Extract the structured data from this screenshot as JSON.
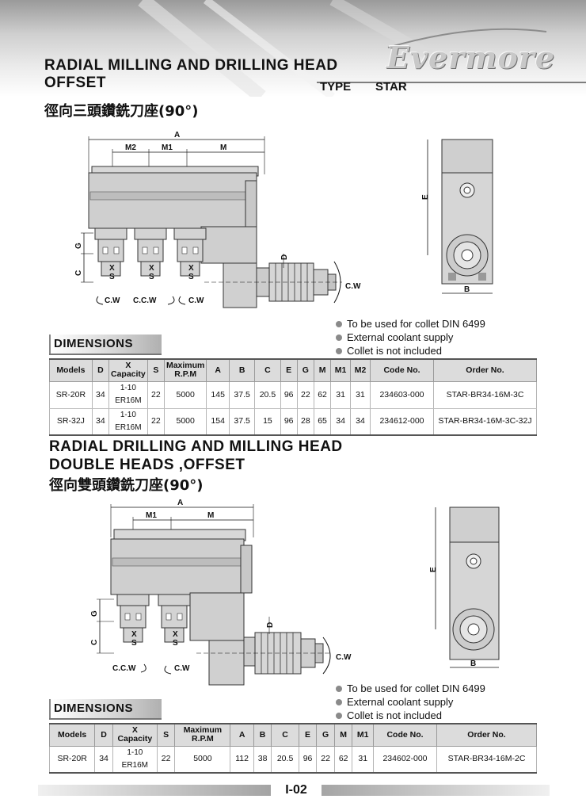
{
  "brand": {
    "logo": "Evermore",
    "type_label": "TYPE",
    "type_value": "STAR"
  },
  "section1": {
    "title_line1": "RADIAL MILLING AND DRILLING HEAD",
    "title_line2": "OFFSET",
    "title_cjk": "徑向三頭鑽銑刀座(90°)",
    "labels": {
      "A": "A",
      "M2": "M2",
      "M1": "M1",
      "M": "M",
      "G": "G",
      "C": "C",
      "D": "D",
      "E": "E",
      "B": "B",
      "X": "X",
      "S": "S",
      "cw": "C.W",
      "ccw": "C.C.W"
    },
    "notes": [
      "To be used for collet DIN 6499",
      "External coolant supply",
      "Collet is not included"
    ],
    "dimensions_label": "DIMENSIONS",
    "table": {
      "headers": [
        "Models",
        "D",
        "X Capacity",
        "S",
        "Maximum R.P.M",
        "A",
        "B",
        "C",
        "E",
        "G",
        "M",
        "M1",
        "M2",
        "Code No.",
        "Order No."
      ],
      "rows": [
        {
          "model": "SR-20R",
          "D": "34",
          "cap1": "1-10",
          "cap2": "ER16M",
          "S": "22",
          "rpm": "5000",
          "A": "145",
          "B": "37.5",
          "C": "20.5",
          "E": "96",
          "G": "22",
          "M": "62",
          "M1": "31",
          "M2": "31",
          "code": "234603-000",
          "order": "STAR-BR34-16M-3C"
        },
        {
          "model": "SR-32J",
          "D": "34",
          "cap1": "1-10",
          "cap2": "ER16M",
          "S": "22",
          "rpm": "5000",
          "A": "154",
          "B": "37.5",
          "C": "15",
          "E": "96",
          "G": "28",
          "M": "65",
          "M1": "34",
          "M2": "34",
          "code": "234612-000",
          "order": "STAR-BR34-16M-3C-32J"
        }
      ]
    }
  },
  "section2": {
    "title_line1": "RADIAL DRILLING AND MILLING HEAD",
    "title_line2": "DOUBLE HEADS ,OFFSET",
    "title_cjk": "徑向雙頭鑽銑刀座(90°)",
    "labels": {
      "A": "A",
      "M1": "M1",
      "M": "M",
      "G": "G",
      "C": "C",
      "D": "D",
      "E": "E",
      "B": "B",
      "X": "X",
      "S": "S",
      "cw": "C.W",
      "ccw": "C.C.W"
    },
    "notes": [
      "To be used for collet DIN 6499",
      "External coolant supply",
      "Collet is not included"
    ],
    "dimensions_label": "DIMENSIONS",
    "table": {
      "headers": [
        "Models",
        "D",
        "X Capacity",
        "S",
        "Maximum R.P.M",
        "A",
        "B",
        "C",
        "E",
        "G",
        "M",
        "M1",
        "Code No.",
        "Order No."
      ],
      "rows": [
        {
          "model": "SR-20R",
          "D": "34",
          "cap1": "1-10",
          "cap2": "ER16M",
          "S": "22",
          "rpm": "5000",
          "A": "112",
          "B": "38",
          "C": "20.5",
          "E": "96",
          "G": "22",
          "M": "62",
          "M1": "31",
          "code": "234602-000",
          "order": "STAR-BR34-16M-2C"
        }
      ]
    }
  },
  "footer": {
    "page_number": "I-02"
  }
}
